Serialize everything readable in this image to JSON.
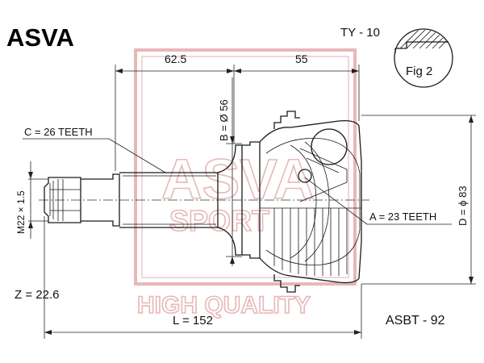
{
  "brand": "ASVA",
  "part_number": "TY - 10",
  "figure_label": "Fig 2",
  "watermark": {
    "logo_text": "ASVA",
    "sub_text": "SPORT",
    "tagline": "HIGH QUALITY",
    "color": "#e8b7b7"
  },
  "dimensions": {
    "shaft_length": "62.5",
    "housing_length": "55",
    "bell_diameter": "B = Ø 56",
    "outer_diameter": "D = ϕ 83",
    "thread": "M22 × 1.5",
    "outer_teeth": "C = 26 TEETH",
    "inner_teeth": "A = 23 TEETH",
    "total_length": "L = 152",
    "z_value": "Z = 22.6"
  },
  "abs_code": "ASBT - 92",
  "colors": {
    "line": "#1a1a1a",
    "watermark": "#e8b7b7",
    "background": "#ffffff"
  }
}
